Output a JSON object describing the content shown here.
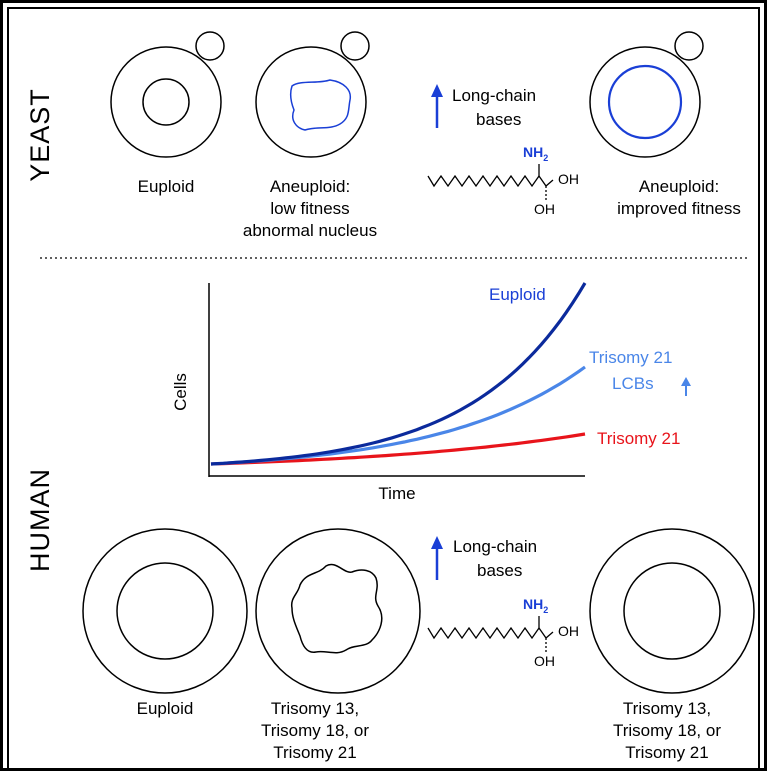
{
  "sections": {
    "yeast": "YEAST",
    "human": "HUMAN"
  },
  "yeast": {
    "euploid": "Euploid",
    "aneuploid_low": [
      "Aneuploid:",
      "low fitness",
      "abnormal nucleus"
    ],
    "arrow_text": [
      "Long-chain",
      "bases"
    ],
    "aneuploid_improved": [
      "Aneuploid:",
      "improved fitness"
    ]
  },
  "chem": {
    "nh2": "NH",
    "nh2_sub": "2",
    "oh_right": "OH",
    "oh_bottom": "OH"
  },
  "chart_data": {
    "type": "line",
    "xlabel": "Time",
    "ylabel": "Cells",
    "series": [
      {
        "name": "Euploid",
        "color": "#0b2a9c",
        "growth": "fastest"
      },
      {
        "name": "Trisomy 21 LCBs",
        "color": "#4a86e8",
        "growth": "intermediate"
      },
      {
        "name": "Trisomy 21",
        "color": "#e8141b",
        "growth": "slowest"
      }
    ],
    "labels": {
      "euploid": "Euploid",
      "t21_lcb_line1": "Trisomy 21",
      "t21_lcb_line2": "LCBs",
      "t21": "Trisomy 21"
    }
  },
  "human": {
    "euploid": "Euploid",
    "trisomy_left": [
      "Trisomy 13,",
      "Trisomy 18, or",
      "Trisomy 21"
    ],
    "arrow_text": [
      "Long-chain",
      "bases"
    ],
    "trisomy_right": [
      "Trisomy 13,",
      "Trisomy 18, or",
      "Trisomy 21"
    ]
  },
  "colors": {
    "blue": "#1a3fd6",
    "dark_blue": "#0b2a9c",
    "light_blue": "#4a86e8",
    "red": "#e8141b"
  }
}
